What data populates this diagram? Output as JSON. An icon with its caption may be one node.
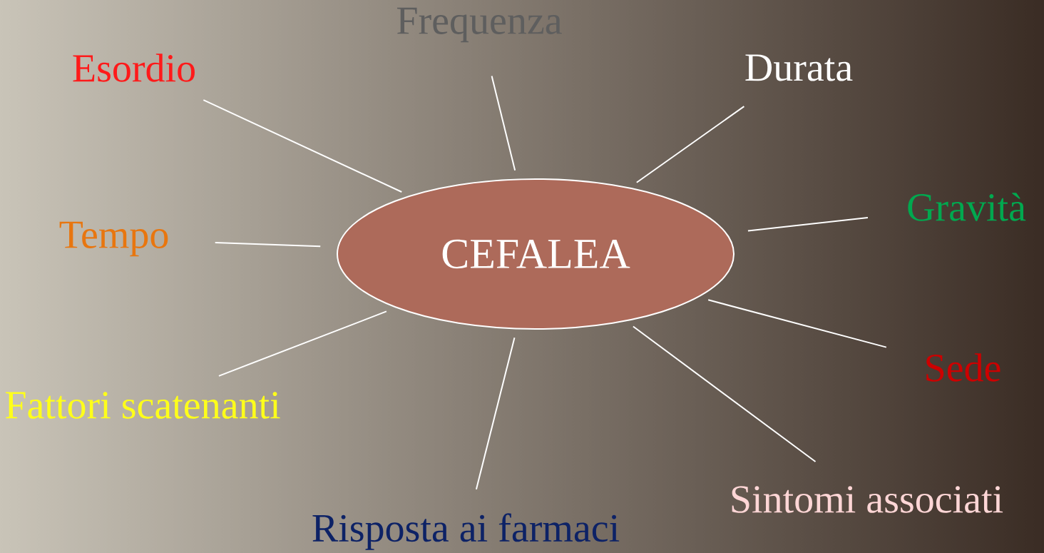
{
  "diagram": {
    "nodes": [
      {
        "text": [
          "CEFALEA"
        ]
      },
      {
        "text": [
          "Frequenza"
        ]
      },
      {
        "text": [
          "Esordio"
        ]
      },
      {
        "text": [
          "Durata"
        ]
      },
      {
        "text": [
          "Tempo"
        ]
      },
      {
        "text": [
          "Gravità"
        ]
      },
      {
        "text": [
          "Fattori scatenanti"
        ]
      },
      {
        "text": [
          "Sede"
        ]
      },
      {
        "text": [
          "Sintomi associati"
        ]
      },
      {
        "text": [
          "Risposta ai farmaci"
        ]
      }
    ],
    "edges": [
      {
        "from": 0,
        "to": 1,
        "arrow": "none"
      },
      {
        "from": 0,
        "to": 2,
        "arrow": "none"
      },
      {
        "from": 0,
        "to": 3,
        "arrow": "none"
      },
      {
        "from": 0,
        "to": 4,
        "arrow": "none"
      },
      {
        "from": 0,
        "to": 5,
        "arrow": "none"
      },
      {
        "from": 0,
        "to": 6,
        "arrow": "none"
      },
      {
        "from": 0,
        "to": 7,
        "arrow": "none"
      },
      {
        "from": 0,
        "to": 8,
        "arrow": "none"
      },
      {
        "from": 0,
        "to": 9,
        "arrow": "none"
      }
    ]
  }
}
